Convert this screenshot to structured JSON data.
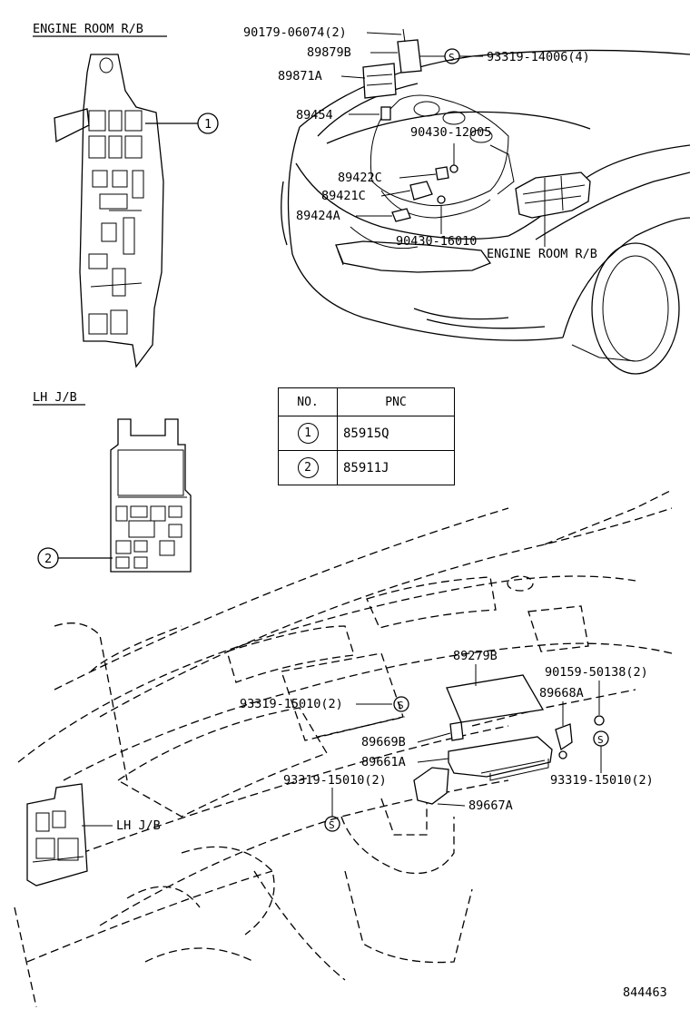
{
  "sections": {
    "engine_room_rb_title": "ENGINE ROOM R/B",
    "lh_jb_title": "LH J/B"
  },
  "engine_labels": {
    "p1": "90179-06074(2)",
    "p2": "89879B",
    "p3": "89871A",
    "p4": "93319-14006(4)",
    "p5": "89454",
    "p6": "90430-12005",
    "p7": "89422C",
    "p8": "89421C",
    "p9": "89424A",
    "p10": "90430-16010",
    "p11": "ENGINE ROOM R/B"
  },
  "callouts": {
    "one": "1",
    "two": "2"
  },
  "table": {
    "header_no": "NO.",
    "header_pnc": "PNC",
    "rows": [
      {
        "no": "1",
        "pnc": "85915Q"
      },
      {
        "no": "2",
        "pnc": "85911J"
      }
    ]
  },
  "cabin_labels": {
    "q1": "89279B",
    "q2": "90159-50138(2)",
    "q3": "89668A",
    "q4": "93319-15010(2)",
    "q5": "89669B",
    "q6": "89661A",
    "q7": "93319-15010(2)",
    "q8": "93319-15010(2)",
    "q9": "89667A",
    "q10": "LH J/B"
  },
  "screw_symbol": "S",
  "illustration_number": "844463"
}
